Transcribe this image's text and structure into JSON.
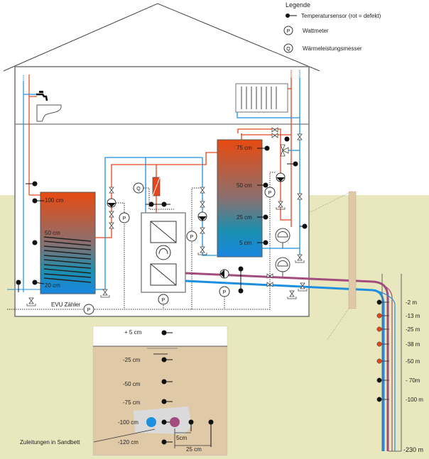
{
  "colors": {
    "ground": "#e9e7bd",
    "sand": "#e0c9a6",
    "hot": "#e8431a",
    "cold": "#1e8fe0",
    "brine": "#a24c7e",
    "sensor_ok": "#111111",
    "sensor_defect": "#e8431a",
    "outline": "#666666"
  },
  "legend": {
    "title": "Legende",
    "items": [
      {
        "icon": "temperature-sensor-icon",
        "label": "Temperatursensor (rot = defekt)"
      },
      {
        "icon": "wattmeter-icon",
        "symbol": "P",
        "label": "Wattmeter"
      },
      {
        "icon": "heat-meter-icon",
        "symbol": "Q",
        "label": "Wärmeleistungsmesser"
      }
    ]
  },
  "symbols": {
    "wattmeter": "P",
    "heatmeter": "Q"
  },
  "dhw_tank": {
    "labels": [
      "100 cm",
      "50 cm",
      "20 cm"
    ]
  },
  "buffer_tank": {
    "labels": [
      "75 cm",
      "50 cm",
      "25 cm",
      "5 cm"
    ]
  },
  "evu_meter_label": "EVU Zähler",
  "ground_section": {
    "depths": [
      "+ 5 cm",
      "-25 cm",
      "-50 cm",
      "-75 cm",
      "-100 cm",
      "-120 cm"
    ],
    "spacing_small": "5cm",
    "spacing_large": "25 cm",
    "annotation": "Zuleitungen in Sandbett"
  },
  "borehole": {
    "sensors": [
      {
        "depth": "-2 m",
        "status": "ok"
      },
      {
        "depth": "-13 m",
        "status": "defect"
      },
      {
        "depth": "-25 m",
        "status": "defect"
      },
      {
        "depth": "-38 m",
        "status": "defect"
      },
      {
        "depth": "-50 m",
        "status": "defect"
      },
      {
        "depth": "- 70m",
        "status": "ok"
      },
      {
        "depth": "-100 m",
        "status": "ok"
      }
    ],
    "bottom_label": "-230 m"
  }
}
